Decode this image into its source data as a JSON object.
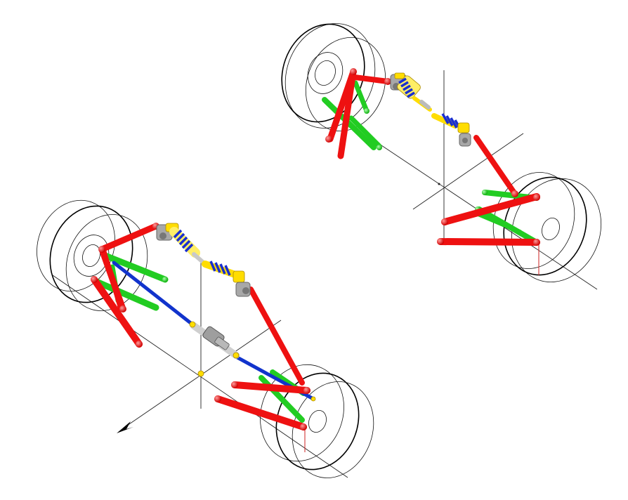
{
  "colors": {
    "background": "#ffffff",
    "upper_arm": "#ee1111",
    "lower_arm": "#22dd22",
    "tie_rod": "#1133cc",
    "spring": "#1a2fd0",
    "damper": "#ffdd00",
    "mount": "#9a9a9a",
    "wireframe": "#111111"
  },
  "assemblies": [
    {
      "name": "rear-suspension-assembly",
      "parts": [
        "wheel-left",
        "wheel-right",
        "upper-control-arm",
        "lower-control-arm",
        "strut",
        "spring"
      ]
    },
    {
      "name": "front-suspension-assembly",
      "parts": [
        "wheel-left",
        "wheel-right",
        "upper-control-arm",
        "lower-control-arm",
        "tie-rod",
        "steering-rack",
        "strut",
        "spring"
      ]
    }
  ],
  "icons": {
    "direction_arrow": "arrow-icon",
    "origin_marker": "origin-point-icon"
  }
}
